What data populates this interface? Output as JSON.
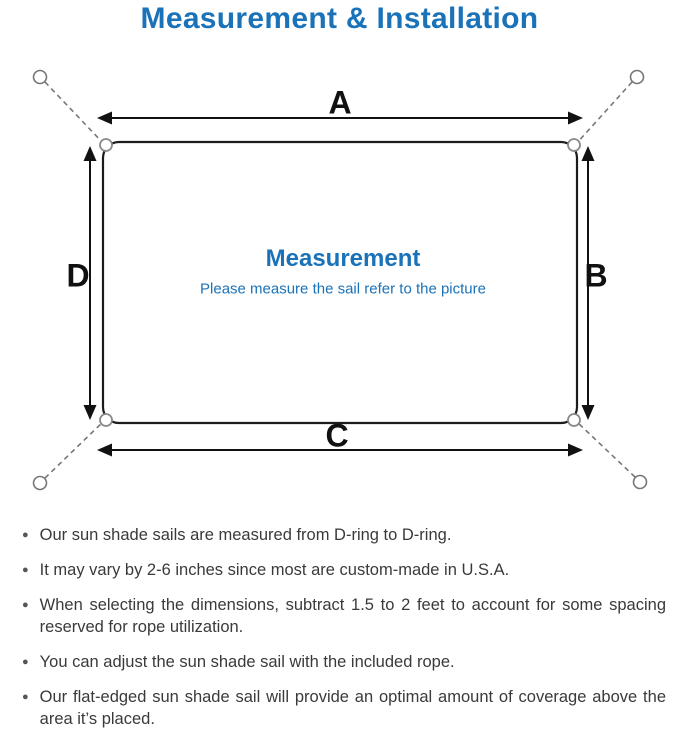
{
  "page": {
    "title": "Measurement & Installation"
  },
  "diagram": {
    "label_top": "A",
    "label_right": "B",
    "label_bottom": "C",
    "label_left": "D",
    "inner_title": "Measurement",
    "inner_subtitle": "Please measure the sail refer to the picture",
    "accent_color": "#1a72b8"
  },
  "bullets": {
    "items": [
      "Our sun shade sails are measured from D-ring to D-ring.",
      "It may vary by 2-6 inches since most are custom-made in U.S.A.",
      "When selecting the dimensions, subtract 1.5 to 2 feet to account for some spacing reserved for rope utilization.",
      "You can adjust the sun shade sail with the included rope.",
      "Our flat-edged sun shade sail will provide an optimal amount of coverage above the area it’s placed."
    ]
  }
}
